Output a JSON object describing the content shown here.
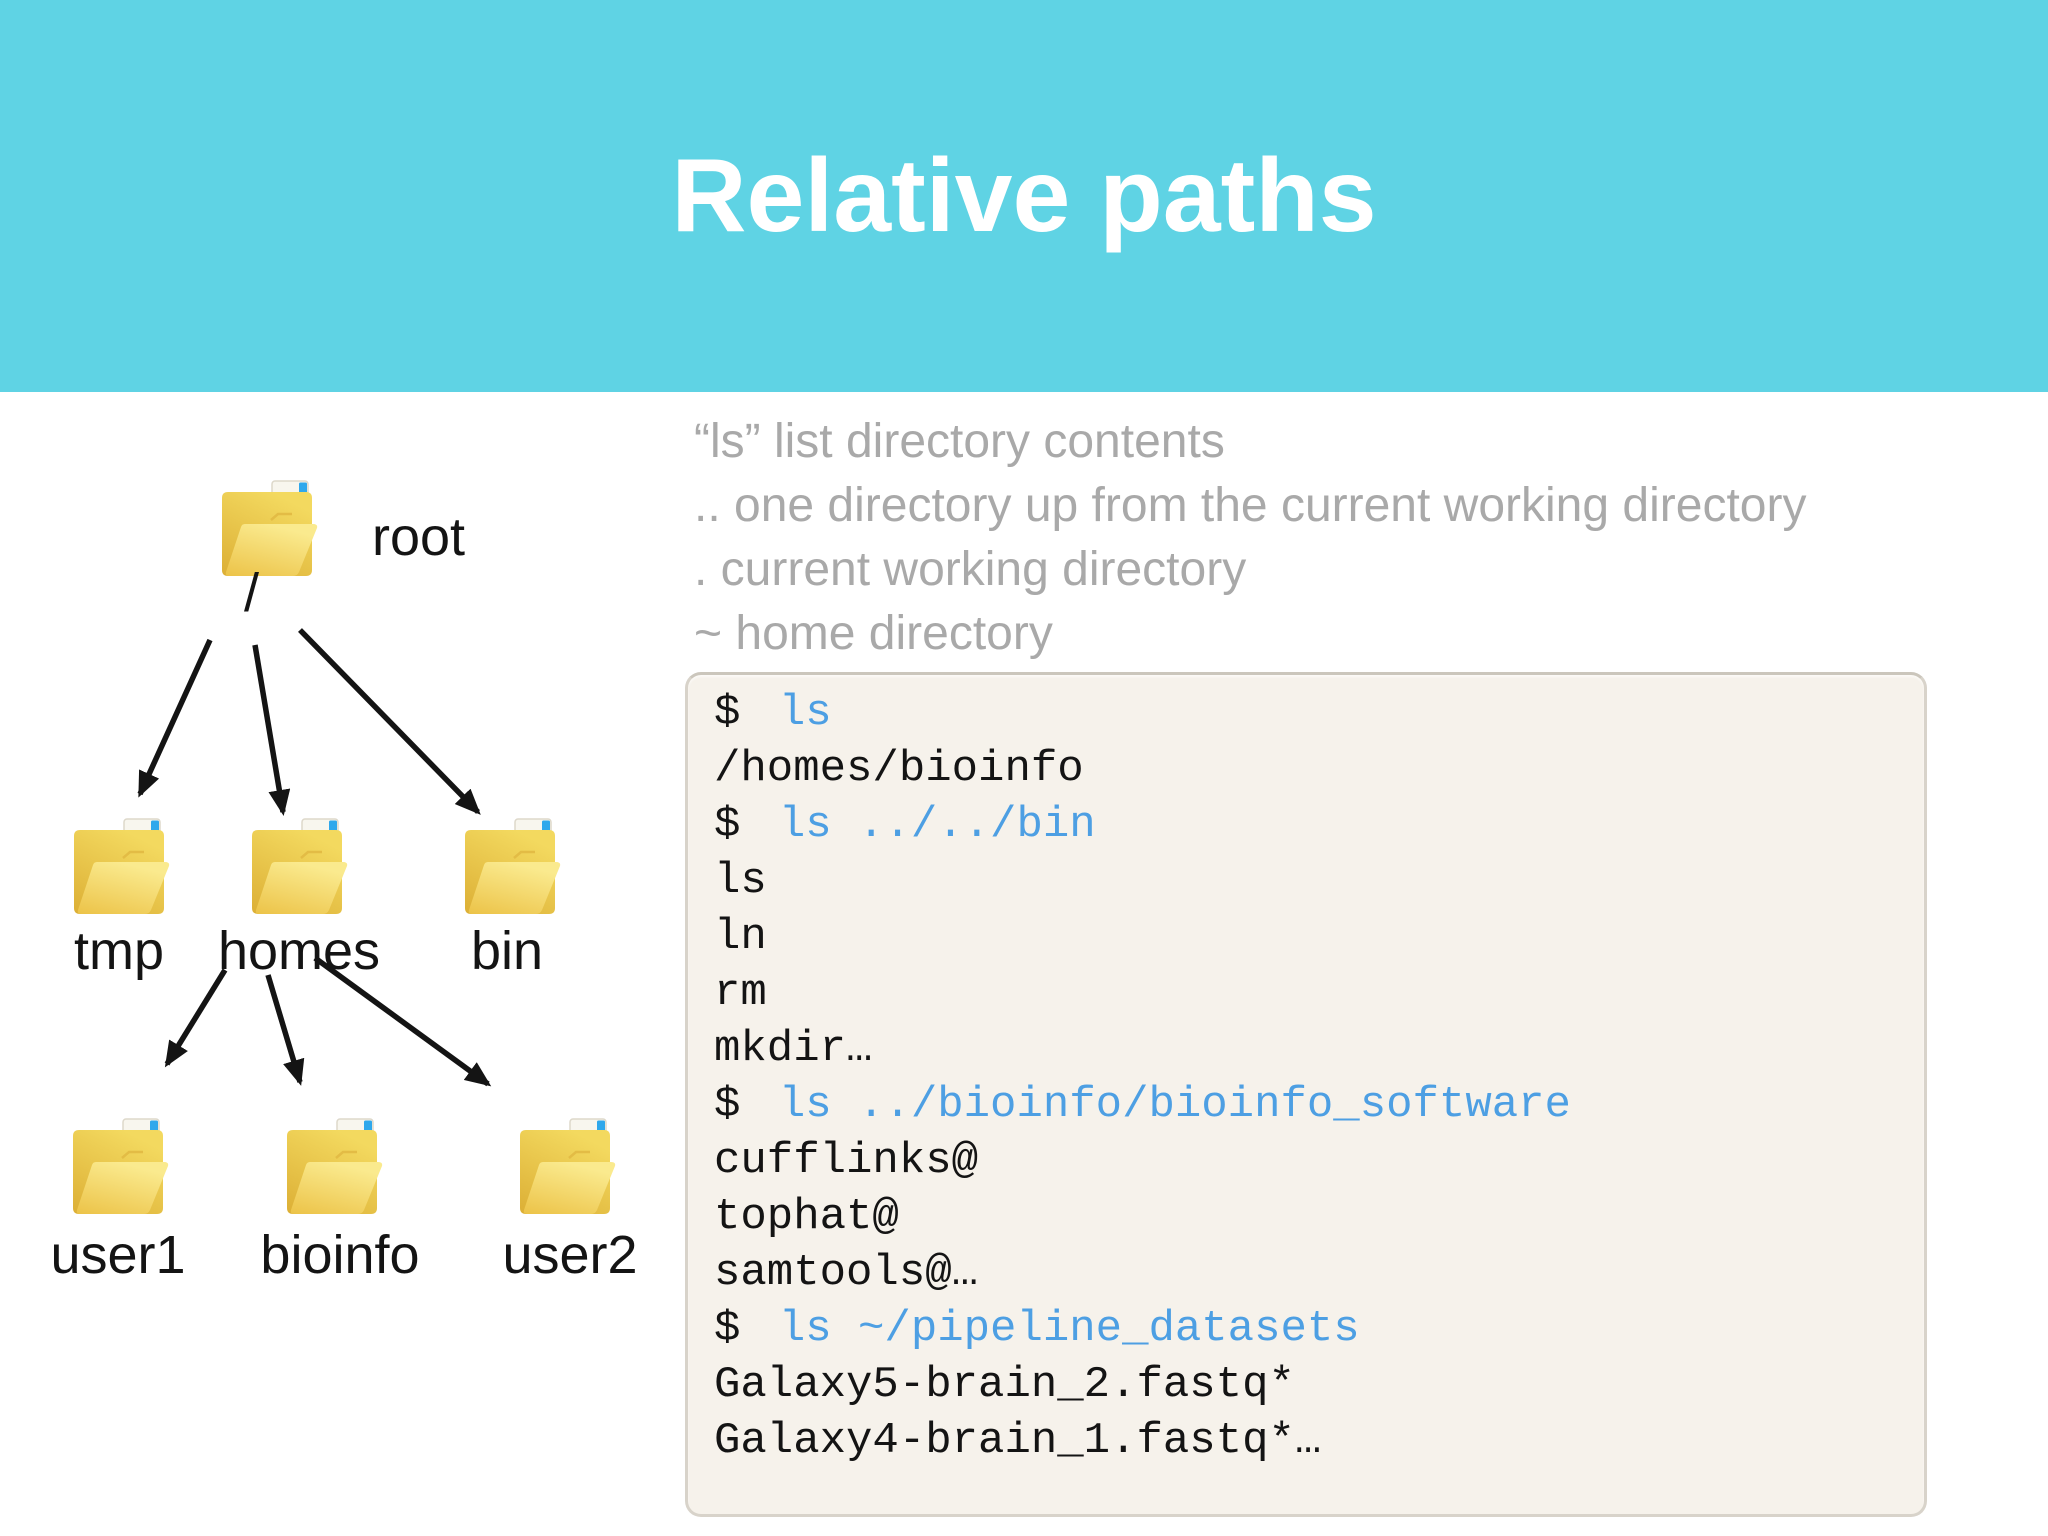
{
  "header": {
    "title": "Relative paths"
  },
  "definitions": [
    "“ls” list directory contents",
    ".. one directory up from the current working directory",
    ". current working directory",
    "~ home directory"
  ],
  "tree": {
    "root": {
      "label": "root"
    },
    "root_path": "/",
    "level2": [
      {
        "label": "tmp"
      },
      {
        "label": "homes"
      },
      {
        "label": "bin"
      }
    ],
    "level3": [
      {
        "label": "user1"
      },
      {
        "label": "bioinfo"
      },
      {
        "label": "user2"
      }
    ]
  },
  "terminal": {
    "prompt": "$",
    "lines": [
      {
        "type": "command",
        "text": "ls"
      },
      {
        "type": "output",
        "text": "/homes/bioinfo"
      },
      {
        "type": "command",
        "text": "ls ../../bin"
      },
      {
        "type": "output",
        "text": "ls"
      },
      {
        "type": "output",
        "text": "ln"
      },
      {
        "type": "output",
        "text": "rm"
      },
      {
        "type": "output",
        "text": "mkdir…"
      },
      {
        "type": "command",
        "text": "ls ../bioinfo/bioinfo_software"
      },
      {
        "type": "output",
        "text": "cufflinks@"
      },
      {
        "type": "output",
        "text": "tophat@"
      },
      {
        "type": "output",
        "text": "samtools@…"
      },
      {
        "type": "command",
        "text": "ls ~/pipeline_datasets"
      },
      {
        "type": "output",
        "text": "Galaxy5-brain_2.fastq*"
      },
      {
        "type": "output",
        "text": "Galaxy4-brain_1.fastq*…"
      }
    ]
  },
  "colors": {
    "banner": "#5FD3E4",
    "gray_text": "#A9A9A9",
    "terminal_bg": "#F6F2EB",
    "terminal_border": "#D8D3CA",
    "command_blue": "#4D9FE3",
    "ink": "#141414",
    "folder_yellow": "#EFC94C"
  }
}
